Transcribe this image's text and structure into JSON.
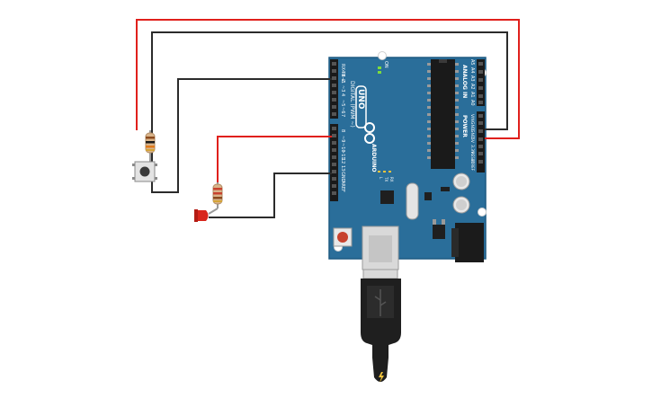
{
  "board": {
    "model": "UNO",
    "brand": "ARDUINO",
    "on_label": "ON",
    "tx_label": "TX",
    "rx_label": "RX",
    "l_label": "L",
    "digital_label": "DIGITAL (PWM ~)",
    "analog_label": "ANALOG IN",
    "power_label": "POWER",
    "aref_label": "AREF",
    "gnd_label": "GND",
    "digital_pins": [
      "RX←0",
      "TX→1",
      "2",
      "~3",
      "4",
      "~5",
      "~6",
      "7",
      "8",
      "~9",
      "~10",
      "~11",
      "12",
      "13"
    ],
    "analog_pins": [
      "A5",
      "A4",
      "A3",
      "A2",
      "A1",
      "A0"
    ],
    "power_pins": [
      "VIN",
      "GND",
      "GND",
      "5V",
      "3.3V",
      "RESET",
      "IOREF"
    ]
  },
  "colors": {
    "board": "#2a6e9a",
    "board_dark": "#1d5a82",
    "wire_red": "#e0201c",
    "wire_black": "#2b2b2b",
    "header": "#1a1a1a",
    "led": "#d8261c",
    "usb_metal": "#d9d9d9",
    "usb_plug": "#1f1f1f"
  },
  "components": {
    "resistor": "resistor",
    "pushbutton": "pushbutton",
    "led": "led"
  }
}
